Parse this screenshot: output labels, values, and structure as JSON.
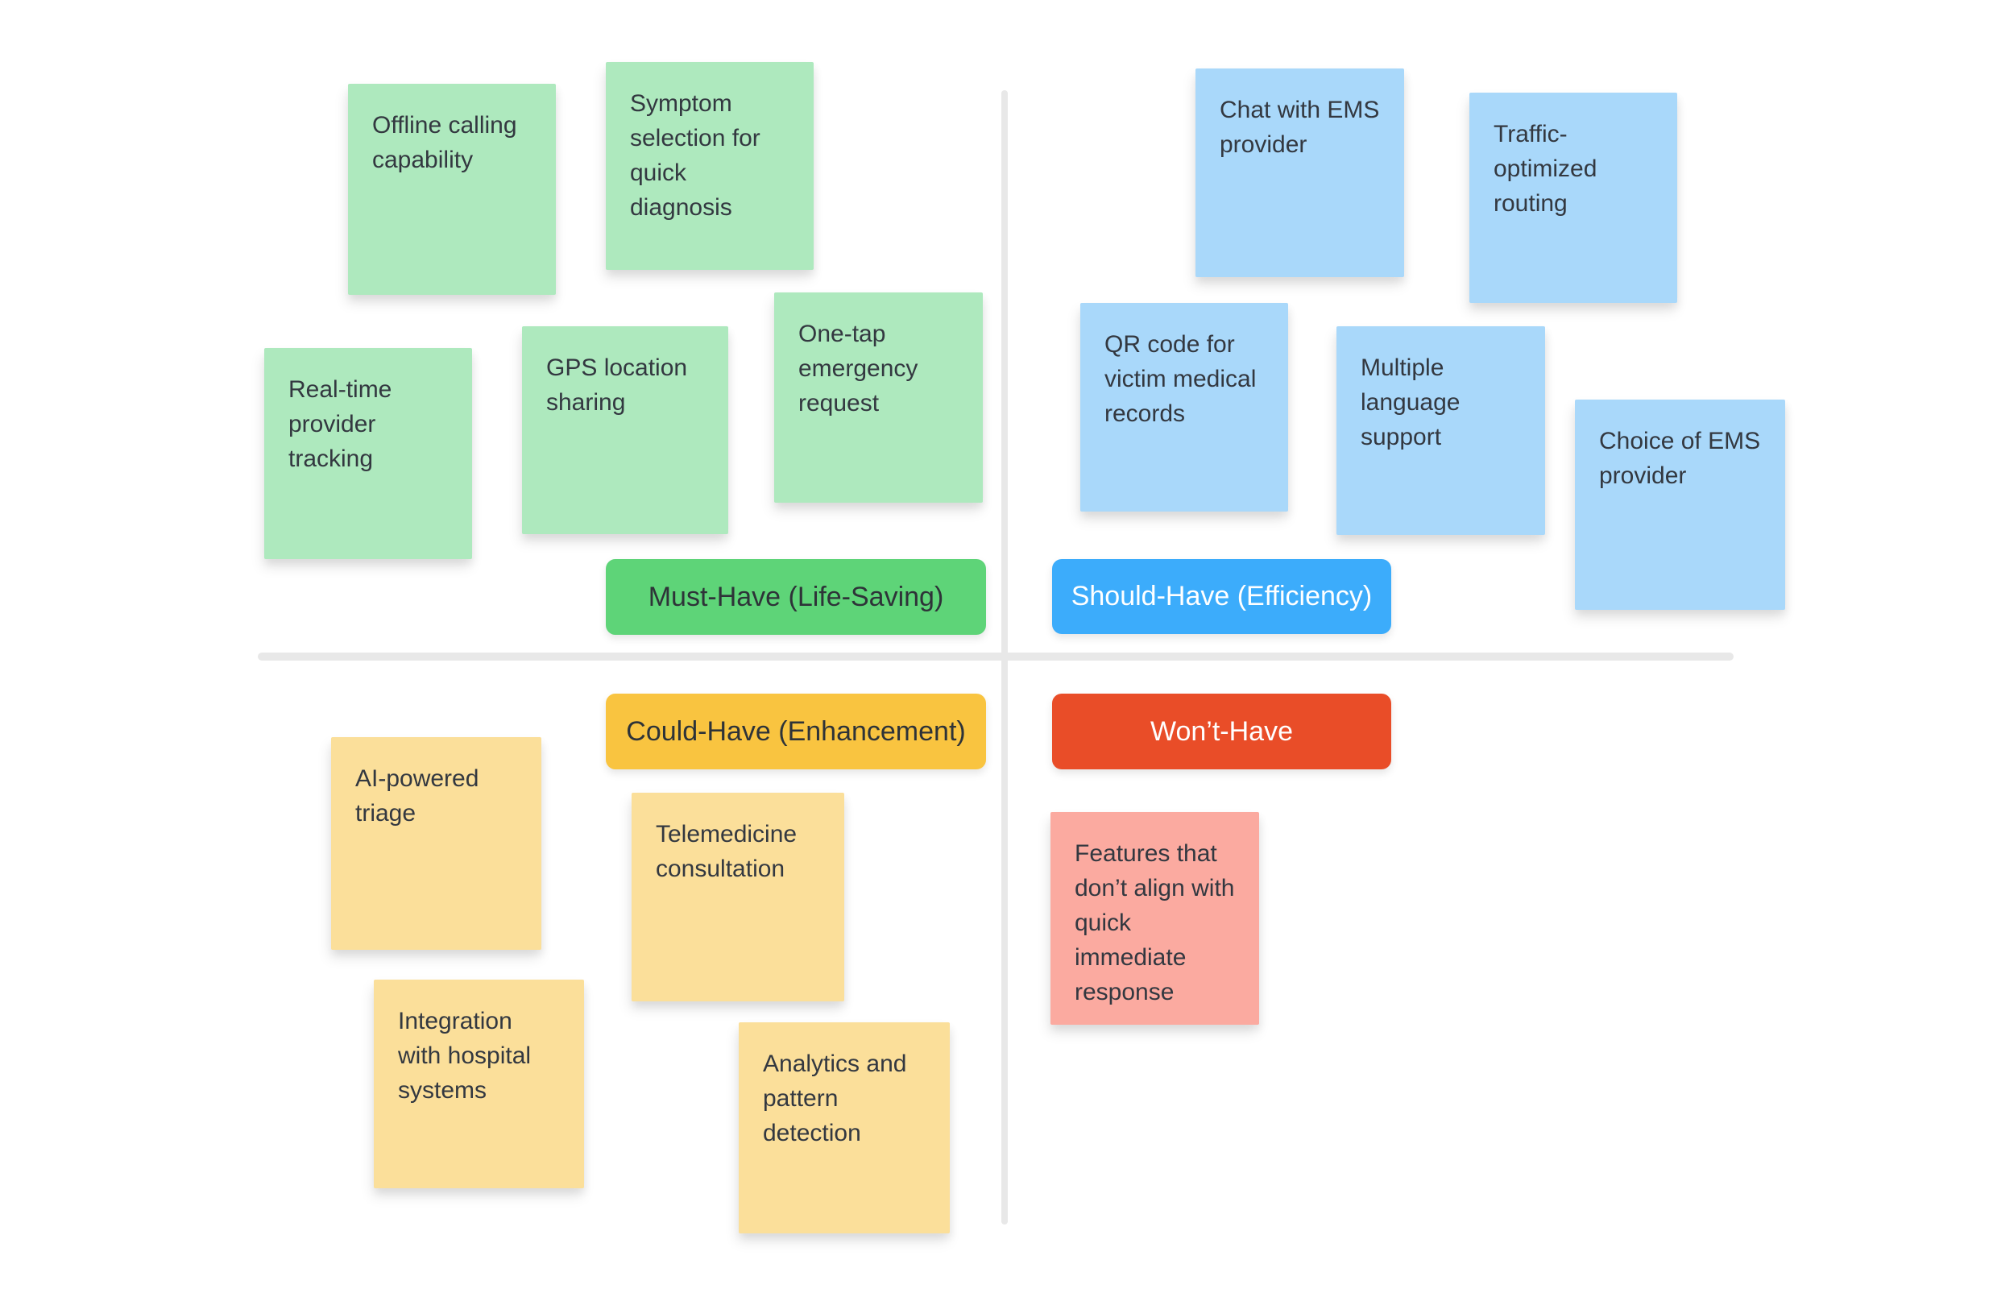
{
  "quadrants": [
    {
      "id": "must-have",
      "label": "Must-Have (Life-Saving)",
      "notes": [
        "Offline calling capability",
        "Symptom selection for quick diagnosis",
        "GPS location sharing",
        "One-tap emergency request",
        "Real-time provider tracking"
      ]
    },
    {
      "id": "should-have",
      "label": "Should-Have (Efficiency)",
      "notes": [
        "Chat with EMS provider",
        "Traffic-optimized routing",
        "QR code for victim medical records",
        "Multiple language support",
        "Choice of EMS provider"
      ]
    },
    {
      "id": "could-have",
      "label": "Could-Have (Enhancement)",
      "notes": [
        "AI-powered triage",
        "Telemedicine consultation",
        "Integration with hospital systems",
        "Analytics and pattern detection"
      ]
    },
    {
      "id": "wont-have",
      "label": "Won’t-Have",
      "notes": [
        "Features that don’t align with quick immediate response"
      ]
    }
  ],
  "colors": {
    "sticky_green": "#AEE9BE",
    "sticky_blue": "#A9D8FA",
    "sticky_yellow": "#FBDF9A",
    "sticky_pink": "#FBAAA0",
    "label_green": "#5ED478",
    "label_blue": "#3CACFB",
    "label_yellow": "#F9C440",
    "label_red": "#E94D28",
    "divider_gray": "#E8E8E8"
  }
}
